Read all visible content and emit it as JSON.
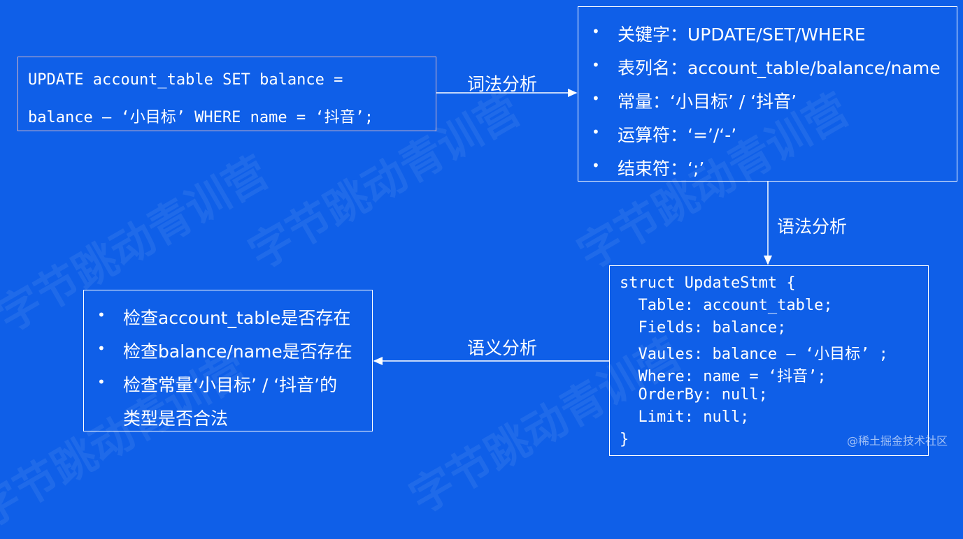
{
  "colors": {
    "background": "#0f5fe8",
    "box_border": "#ffffff",
    "sql_box_border": "#d9b7c3"
  },
  "sql": {
    "line1": "UPDATE account_table SET balance =",
    "line2": "balance – ‘小目标’ WHERE name = ‘抖音’;"
  },
  "lexical": {
    "label": "词法分析",
    "items": [
      "关键字：UPDATE/SET/WHERE",
      "表列名：account_table/balance/name",
      "常量：‘小目标’ / ‘抖音’",
      "运算符：‘=’/‘-’",
      "结束符：‘;’"
    ]
  },
  "syntax": {
    "label": "语法分析",
    "lines": [
      "struct UpdateStmt {",
      "  Table: account_table;",
      "  Fields: balance;",
      "  Vaules: balance – ‘小目标’ ;",
      "  Where: name = ‘抖音’;",
      "  OrderBy: null;",
      "  Limit: null;",
      "}"
    ]
  },
  "semantic": {
    "label": "语义分析",
    "items": [
      "检查account_table是否存在",
      "检查balance/name是否存在",
      "检查常量‘小目标’ / ‘抖音’的",
      "类型是否合法"
    ]
  },
  "watermark": "字节跳动青训营",
  "brand": "@稀土掘金技术社区"
}
